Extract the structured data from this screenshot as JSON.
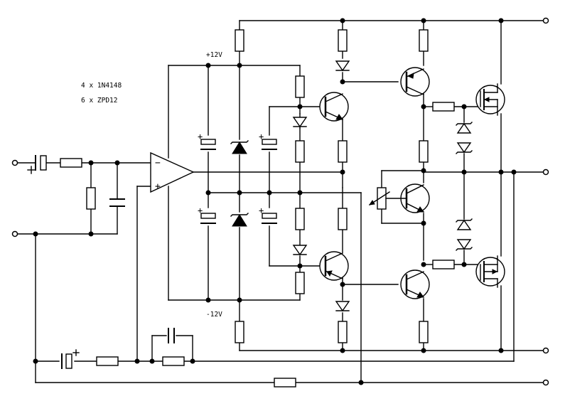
{
  "labels": {
    "diodes": "4 x 1N4148",
    "zeners": "6 x ZPD12",
    "supply_pos": "+12V",
    "supply_neg": "-12V",
    "opamp_inv": "−",
    "opamp_noninv": "+",
    "plus": "+"
  },
  "icons": {
    "opamp": "op-amp-icon",
    "npn": "npn-transistor-icon",
    "pnp": "pnp-transistor-icon",
    "mosfet": "mosfet-icon",
    "resistor": "resistor-icon",
    "capacitor": "capacitor-icon",
    "electrolytic": "electrolytic-capacitor-icon",
    "diode": "diode-icon",
    "zener": "zener-diode-icon",
    "potentiometer": "potentiometer-icon",
    "terminal": "terminal-icon"
  }
}
